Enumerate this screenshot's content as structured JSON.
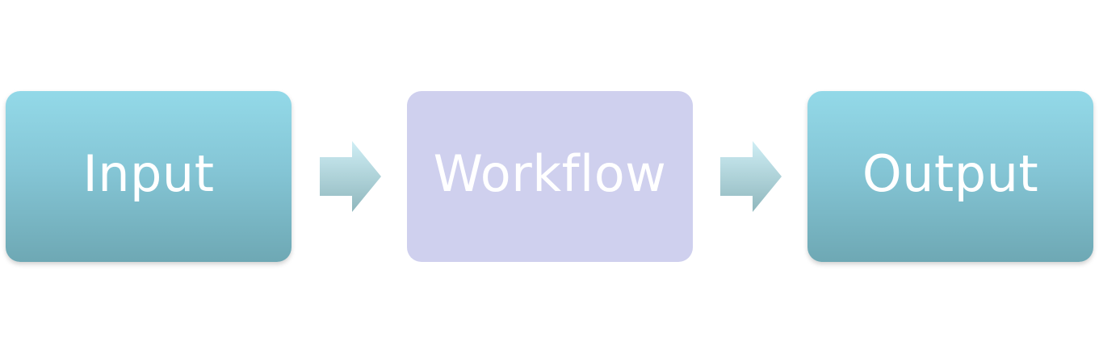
{
  "diagram": {
    "nodes": [
      {
        "id": "input",
        "label": "Input"
      },
      {
        "id": "workflow",
        "label": "Workflow"
      },
      {
        "id": "output",
        "label": "Output"
      }
    ],
    "edges": [
      {
        "from": "input",
        "to": "workflow"
      },
      {
        "from": "workflow",
        "to": "output"
      }
    ]
  },
  "colors": {
    "teal_top": "#93d9e8",
    "teal_bottom": "#6ea8b4",
    "lavender": "#cfd0ee",
    "text": "#ffffff"
  }
}
